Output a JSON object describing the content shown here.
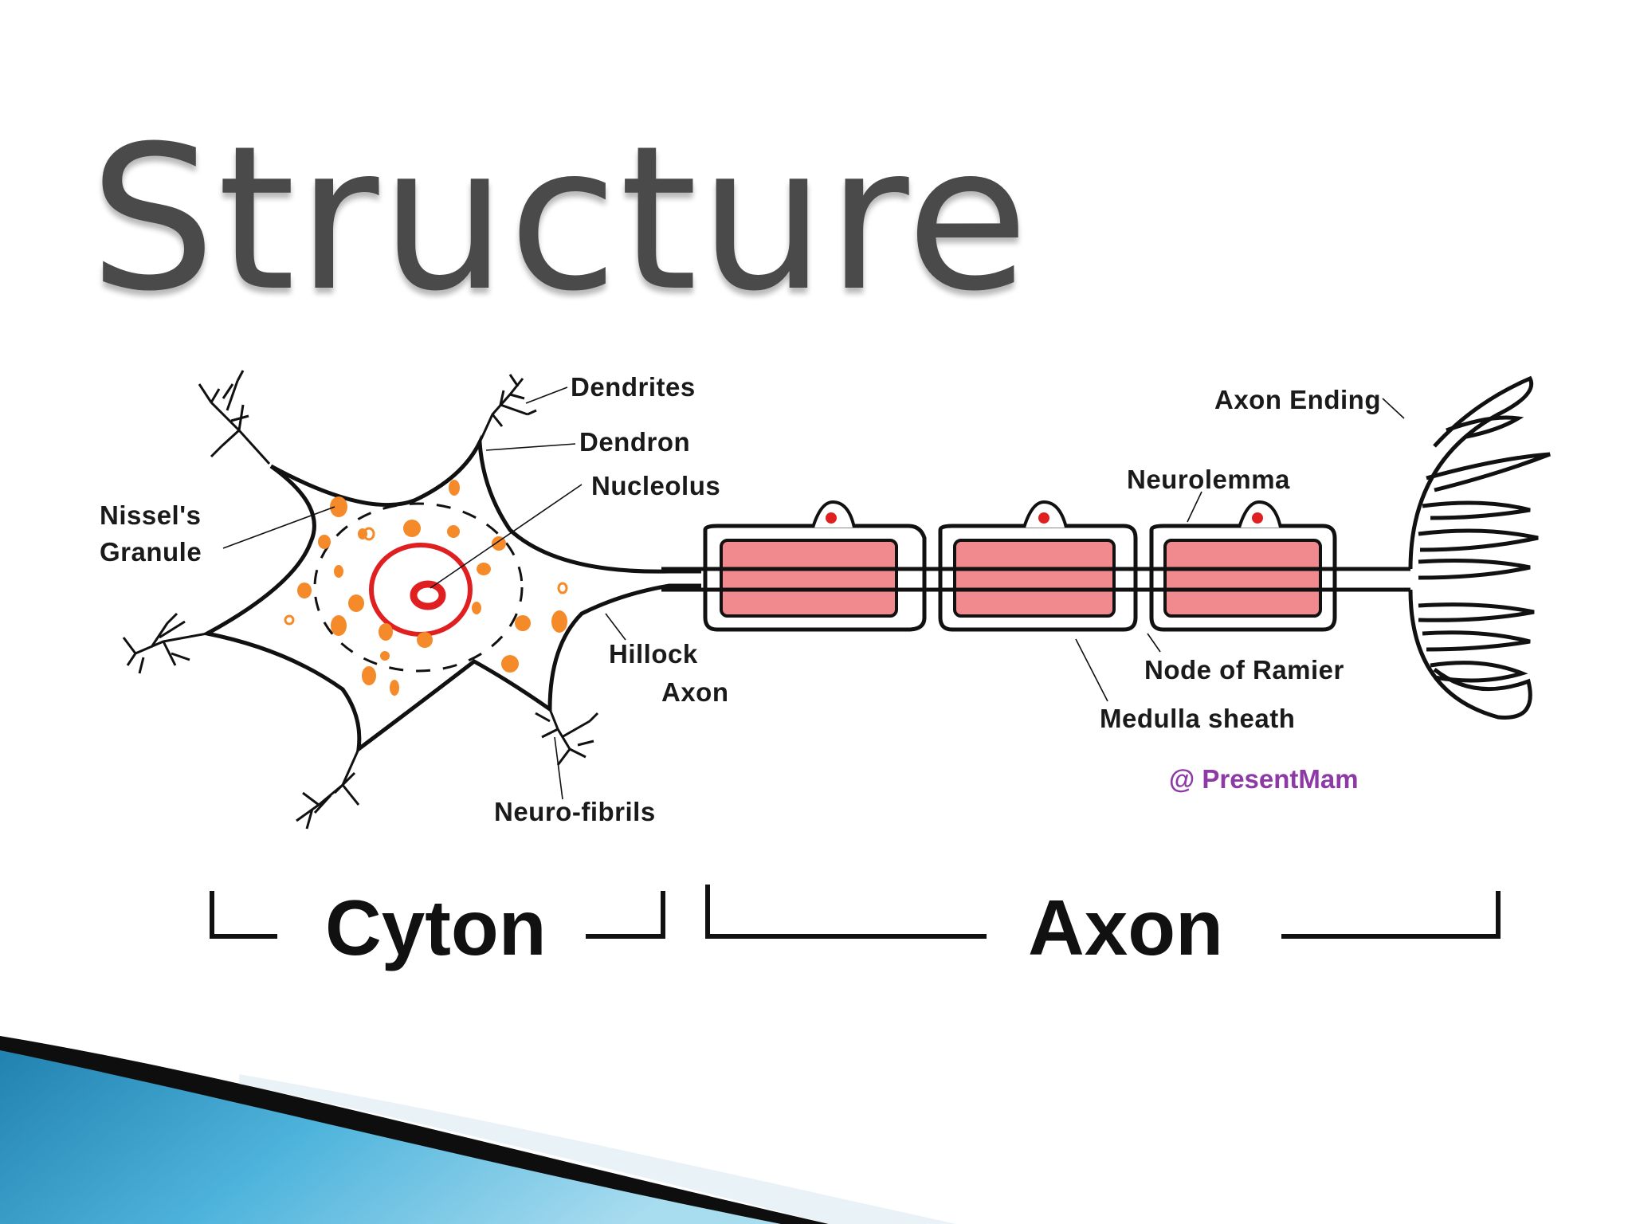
{
  "slide": {
    "title": "Structure"
  },
  "labels": {
    "dendrites": "Dendrites",
    "dendron": "Dendron",
    "nucleolus": "Nucleolus",
    "nissels_line1": "Nissel's",
    "nissels_line2": "Granule",
    "hillock": "Hillock",
    "axon_small": "Axon",
    "neuro_fibrils": "Neuro-fibrils",
    "axon_ending": "Axon Ending",
    "neurolemma": "Neurolemma",
    "node_of_ramier": "Node of Ramier",
    "medulla_sheath": "Medulla sheath"
  },
  "credit": "@ PresentMam",
  "sections": {
    "cyton": "Cyton",
    "axon": "Axon"
  },
  "colors": {
    "title": "#4a4a4a",
    "granule": "#f58a2a",
    "nucleus_ring": "#e02020",
    "myelin": "#f08a8f",
    "credit": "#8e3aa6",
    "accent_blue": "#2b8fc0"
  },
  "icons": [
    "slide-wave-decoration"
  ]
}
